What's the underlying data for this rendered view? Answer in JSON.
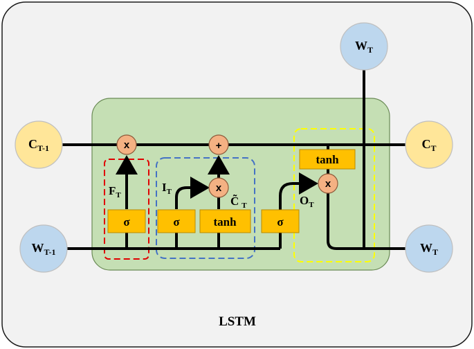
{
  "title": "LSTM",
  "nodes": {
    "c_prev": {
      "main": "C",
      "sub": "T-1"
    },
    "c_out": {
      "main": "C",
      "sub": "T"
    },
    "w_prev": {
      "main": "W",
      "sub": "T-1"
    },
    "w_out": {
      "main": "W",
      "sub": "T"
    },
    "w_top": {
      "main": "W",
      "sub": "T"
    }
  },
  "gates": {
    "forget": "σ",
    "input": "σ",
    "candidate": "tanh",
    "output": "σ",
    "cell_tanh": "tanh"
  },
  "ops": {
    "forget_mult": "x",
    "cell_add": "+",
    "input_mult": "x",
    "output_mult": "x"
  },
  "labels": {
    "forget": {
      "main": "F",
      "sub": "T"
    },
    "input": {
      "main": "I",
      "sub": "T"
    },
    "candidate": {
      "main": "C̃",
      "sub": "T"
    },
    "output": {
      "main": "O",
      "sub": "T"
    }
  },
  "colors": {
    "panel_bg": "#f2f2f2",
    "cell_bg": "#c5dfb4",
    "gate_fill": "#ffc000",
    "op_fill": "#f4b183",
    "c_node_fill": "#ffe699",
    "w_node_fill": "#bdd7ee",
    "forget_box": "#e00000",
    "input_box": "#4472c4",
    "output_box": "#ffff00"
  }
}
